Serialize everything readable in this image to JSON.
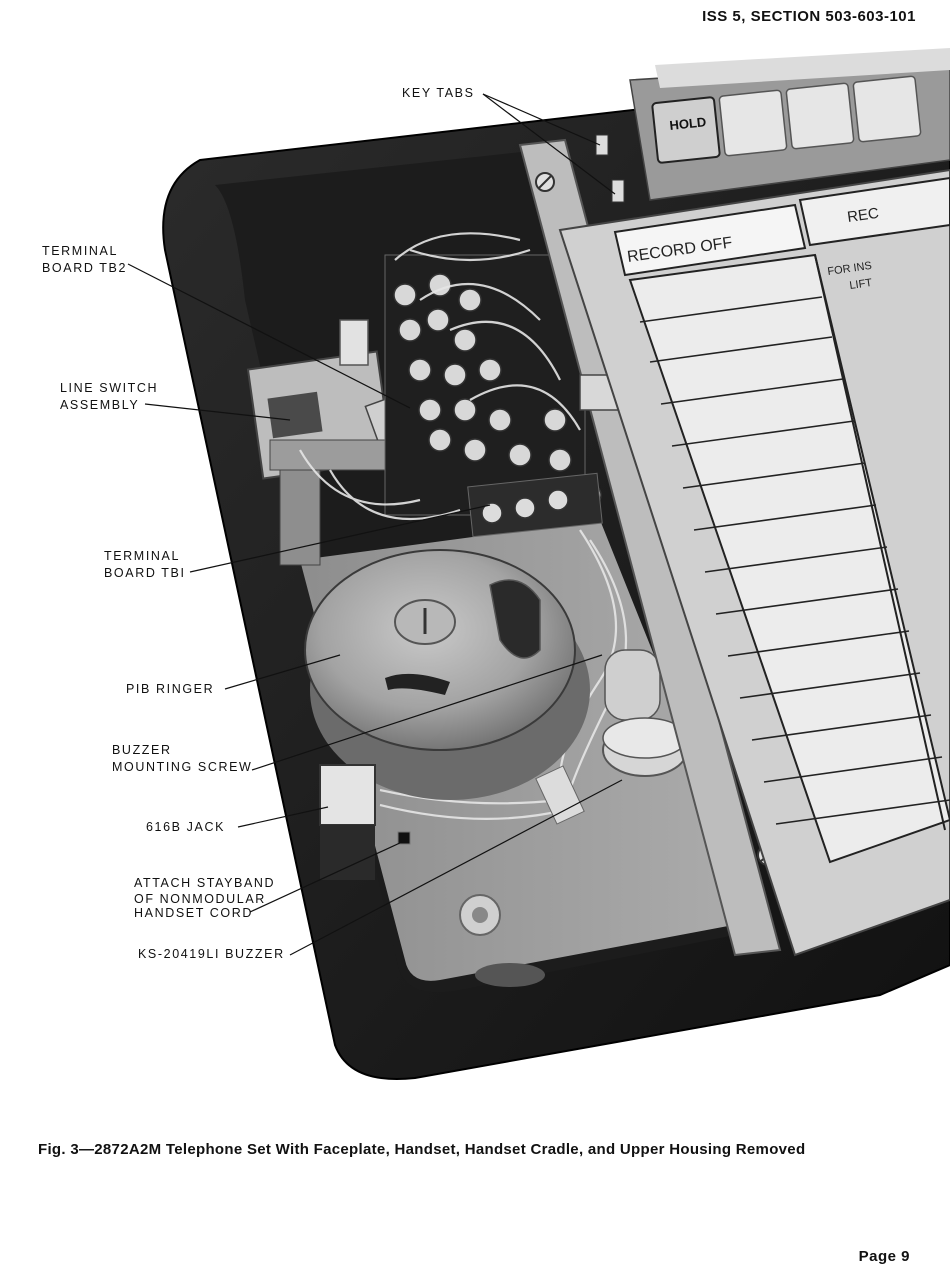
{
  "header": {
    "issue_section": "ISS 5, SECTION 503-603-101"
  },
  "figure": {
    "keys": {
      "hold": "HOLD"
    },
    "card": {
      "record_off": "RECORD OFF",
      "rec": "REC",
      "for_ins": "FOR INS",
      "lift": "LIFT"
    },
    "labels": {
      "key_tabs": "KEY TABS",
      "terminal_board_tb2_line1": "TERMINAL",
      "terminal_board_tb2_line2": "BOARD TB2",
      "line_switch_line1": "LINE SWITCH",
      "line_switch_line2": "ASSEMBLY",
      "terminal_board_tb1_line1": "TERMINAL",
      "terminal_board_tb1_line2": "BOARD TBI",
      "ringer": "PIB RINGER",
      "buzzer_screw_line1": "BUZZER",
      "buzzer_screw_line2": "MOUNTING SCREW",
      "jack": "616B JACK",
      "stayband_line1": "ATTACH STAYBAND",
      "stayband_line2": "OF NONMODULAR",
      "stayband_line3": "HANDSET CORD",
      "buzzer": "KS-20419LI BUZZER"
    }
  },
  "caption": "Fig. 3—2872A2M Telephone Set With Faceplate, Handset, Handset Cradle, and Upper Housing Removed",
  "page": "Page 9"
}
